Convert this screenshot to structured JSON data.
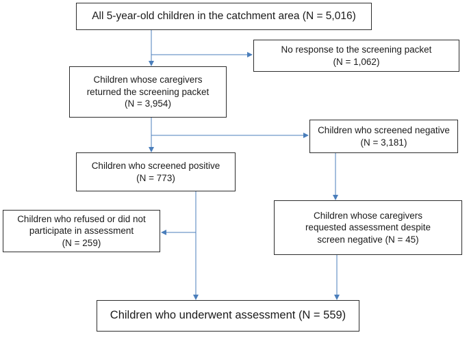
{
  "flowchart": {
    "all_children": {
      "line1": "All 5-year-old children in the catchment area (N = 5,016)"
    },
    "no_response": {
      "line1": "No response to the screening packet",
      "line2": "(N = 1,062)"
    },
    "returned_packet": {
      "line1": "Children whose caregivers",
      "line2": "returned the screening packet",
      "line3": "(N = 3,954)"
    },
    "screened_negative": {
      "line1": "Children who screened negative",
      "line2": "(N = 3,181)"
    },
    "screened_positive": {
      "line1": "Children who screened positive",
      "line2": "(N = 773)"
    },
    "refused_assessment": {
      "line1": "Children who refused or did not",
      "line2": "participate in assessment",
      "line3": "(N = 259)"
    },
    "requested_assessment": {
      "line1": "Children whose caregivers",
      "line2": "requested assessment despite",
      "line3": "screen negative (N = 45)"
    },
    "underwent_assessment": {
      "line1": "Children who underwent assessment (N = 559)"
    }
  },
  "colors": {
    "arrow": "#4a7ebb",
    "box_border": "#2b2b2b",
    "text": "#1a1a1a"
  }
}
